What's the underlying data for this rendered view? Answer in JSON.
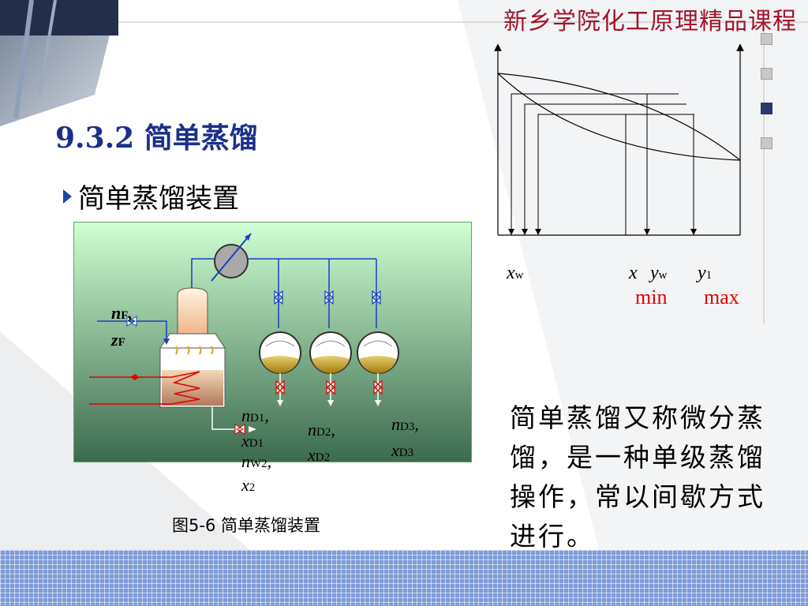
{
  "header": {
    "title": "新乡学院化工原理精品课程"
  },
  "section": {
    "title": "9.3.2  简单蒸馏"
  },
  "bullet": {
    "text": "简单蒸馏装置"
  },
  "figure": {
    "caption": "图5-6  简单蒸馏装置",
    "labels": {
      "nF_n": "n",
      "nF_sub": "F",
      "zF_z": "z",
      "zF_sub": "F",
      "d1_n": "n",
      "d1_sub": "D1",
      "d1_x": "x",
      "d1_xsub": "D1",
      "w2_n": "n",
      "w2_sub": "W2",
      "w2_x": "x",
      "w2_xsub": "2",
      "d2_n": "n",
      "d2_sub": "D2",
      "d2_x": "x",
      "d2_xsub": "D2",
      "d3_n": "n",
      "d3_sub": "D3",
      "d3_x": "x",
      "d3_xsub": "D3"
    }
  },
  "phase_diagram": {
    "xw": "x",
    "xw_sub": "w",
    "x": "x",
    "yw": "y",
    "yw_sub": "w",
    "y1": "y",
    "y1_sub": "1",
    "min": "min",
    "max": "max"
  },
  "description": "简单蒸馏又称微分蒸馏，是一种单级蒸馏操作，常以间歇方式进行。",
  "colors": {
    "header": "#a0152a",
    "title": "#1c2f8a",
    "panel_top": "#cfffd2",
    "panel_bottom": "#3c6a4e",
    "accent_red": "#e00000"
  }
}
